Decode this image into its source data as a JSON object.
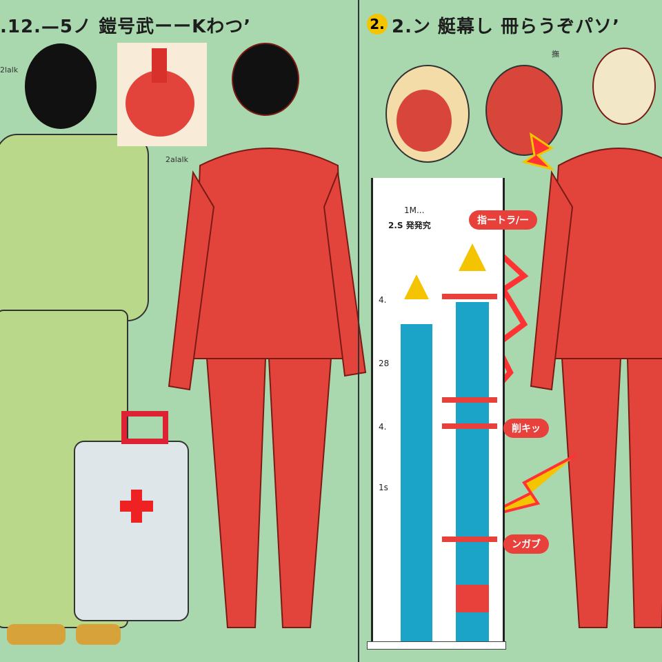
{
  "left_panel": {
    "title": ".12.—5ノ 鎧号武ーーKわつ’",
    "label_a": "2lalk",
    "label_b": "2alalk"
  },
  "right_panel": {
    "badge": "2.",
    "title": "2.ン 艇幕し 冊らうぞパソ’",
    "corner_label": "撫",
    "chart": {
      "header_line1": "1M...",
      "header_line2": "2.S 発発究",
      "ticks": [
        "4.",
        "28",
        "4.",
        "1s"
      ]
    },
    "tags": [
      "指ートラ/ー",
      "削キッ",
      "ンガブ"
    ]
  },
  "colors": {
    "background": "#a9d8ae",
    "muscle": "#e2443b",
    "bar": "#1ca3c8",
    "arrow_up": "#f5c400",
    "tag": "#e8403a"
  }
}
